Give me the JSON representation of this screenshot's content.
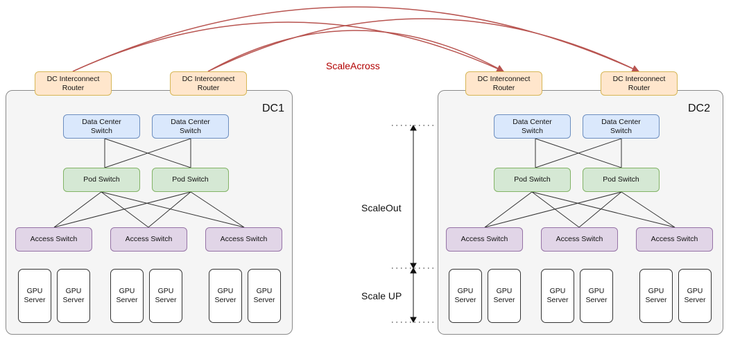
{
  "colors": {
    "router_fill": "#ffe6cc",
    "dc_switch_fill": "#dae8fc",
    "pod_switch_fill": "#d5e8d4",
    "access_switch_fill": "#e1d5e7",
    "gpu_fill": "#ffffff",
    "interconnect_link": "#b85450",
    "scale_across_text": "#b20000"
  },
  "labels": {
    "scale_across": "ScaleAcross",
    "scale_out": "ScaleOut",
    "scale_up": "Scale UP"
  },
  "datacenters": [
    {
      "name": "DC1",
      "routers": [
        "DC Interconnect\nRouter",
        "DC Interconnect\nRouter"
      ],
      "dc_switches": [
        "Data Center\nSwitch",
        "Data Center\nSwitch"
      ],
      "pod_switches": [
        "Pod Switch",
        "Pod Switch"
      ],
      "access_switches": [
        "Access Switch",
        "Access Switch",
        "Access Switch"
      ],
      "gpu_servers": [
        "GPU\nServer",
        "GPU\nServer",
        "GPU\nServer",
        "GPU\nServer",
        "GPU\nServer",
        "GPU\nServer"
      ]
    },
    {
      "name": "DC2",
      "routers": [
        "DC Interconnect\nRouter",
        "DC Interconnect\nRouter"
      ],
      "dc_switches": [
        "Data Center\nSwitch",
        "Data Center\nSwitch"
      ],
      "pod_switches": [
        "Pod Switch",
        "Pod Switch"
      ],
      "access_switches": [
        "Access Switch",
        "Access Switch",
        "Access Switch"
      ],
      "gpu_servers": [
        "GPU\nServer",
        "GPU\nServer",
        "GPU\nServer",
        "GPU\nServer",
        "GPU\nServer",
        "GPU\nServer"
      ]
    }
  ],
  "interconnect_links": [
    {
      "from": "DC1.router.0",
      "to": "DC2.router.0"
    },
    {
      "from": "DC1.router.0",
      "to": "DC2.router.1"
    },
    {
      "from": "DC1.router.1",
      "to": "DC2.router.0"
    },
    {
      "from": "DC1.router.1",
      "to": "DC2.router.1"
    }
  ]
}
